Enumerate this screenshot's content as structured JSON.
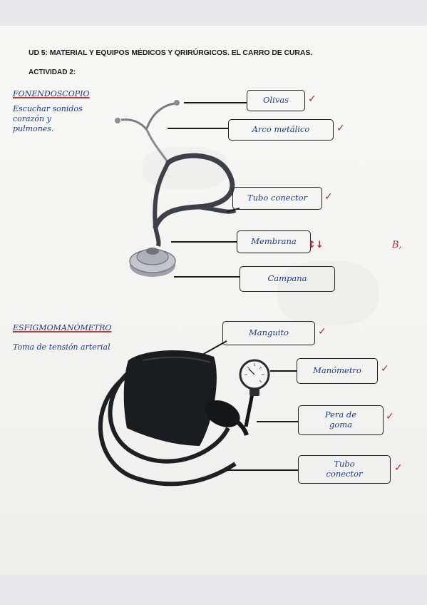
{
  "header": {
    "title": "UD 5: MATERIAL Y EQUIPOS MÉDICOS Y QRIRÚRGICOS. EL CARRO DE CURAS.",
    "activity": "ACTIVIDAD 2:"
  },
  "stethoscope": {
    "heading": "FONENDOSCOPIO",
    "note": "Escuchar sonidos\ncorazón y\npulmones.",
    "labels": [
      {
        "text": "Olivas",
        "check": "✓"
      },
      {
        "text": "Arco metálico",
        "check": "✓"
      },
      {
        "text": "Tubo conector",
        "check": "✓"
      },
      {
        "text": "Membrana",
        "check": "↕↓"
      },
      {
        "text": "Campana",
        "check": ""
      }
    ]
  },
  "sphygmomanometer": {
    "heading": "ESFIGMOMANÓMETRO",
    "note": "Toma de tensión arterial",
    "labels": [
      {
        "text": "Manguito",
        "check": "✓"
      },
      {
        "text": "Manómetro",
        "check": "✓"
      },
      {
        "text": "Pera de\ngoma",
        "check": "✓"
      },
      {
        "text": "Tubo\nconector",
        "check": "✓"
      }
    ]
  },
  "margin_mark": "B,"
}
